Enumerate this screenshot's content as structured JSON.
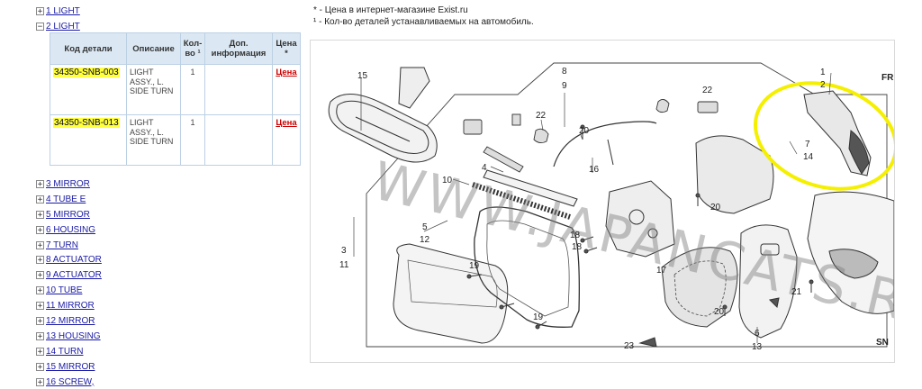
{
  "tree": {
    "top_items": [
      {
        "toggle": "+",
        "label": "1 LIGHT"
      },
      {
        "toggle": "−",
        "label": "2 LIGHT"
      }
    ],
    "bottom_items": [
      {
        "toggle": "+",
        "label": "3 MIRROR"
      },
      {
        "toggle": "+",
        "label": "4 TUBE E"
      },
      {
        "toggle": "+",
        "label": "5 MIRROR"
      },
      {
        "toggle": "+",
        "label": "6 HOUSING"
      },
      {
        "toggle": "+",
        "label": "7 TURN"
      },
      {
        "toggle": "+",
        "label": "8 ACTUATOR"
      },
      {
        "toggle": "+",
        "label": "9 ACTUATOR"
      },
      {
        "toggle": "+",
        "label": "10 TUBE"
      },
      {
        "toggle": "+",
        "label": "11 MIRROR"
      },
      {
        "toggle": "+",
        "label": "12 MIRROR"
      },
      {
        "toggle": "+",
        "label": "13 HOUSING"
      },
      {
        "toggle": "+",
        "label": "14 TURN"
      },
      {
        "toggle": "+",
        "label": "15 MIRROR"
      },
      {
        "toggle": "+",
        "label": "16 SCREW,"
      }
    ]
  },
  "table": {
    "headers": {
      "code": "Код детали",
      "desc": "Описание",
      "qty": "Кол-во ¹",
      "info": "Доп. информация",
      "price": "Цена *"
    },
    "rows": [
      {
        "code": "34350-SNB-003",
        "desc": "LIGHT ASSY., L. SIDE TURN",
        "qty": "1",
        "info": "",
        "price": "Цена"
      },
      {
        "code": "34350-SNB-013",
        "desc": "LIGHT ASSY., L. SIDE TURN",
        "qty": "1",
        "info": "",
        "price": "Цена"
      }
    ]
  },
  "notes": {
    "line1": "* - Цена в интернет-магазине Exist.ru",
    "line2": "¹ - Кол-во деталей устанавливаемых на автомобиль."
  },
  "diagram": {
    "watermark": "WWW.JAPANCATS.RU",
    "corner_top": "FR",
    "corner_bottom": "SN",
    "callouts": {
      "c15": "15",
      "c8": "8",
      "c9": "9",
      "c22a": "22",
      "c22b": "22",
      "c20a": "20",
      "c16": "16",
      "c1": "1",
      "c2": "2",
      "c7": "7",
      "c14": "14",
      "c4": "4",
      "c10": "10",
      "c5": "5",
      "c12": "12",
      "c3": "3",
      "c11": "11",
      "c19a": "19",
      "c19b": "19",
      "c18a": "18",
      "c18b": "18",
      "c17": "17",
      "c20b": "20",
      "c20c": "20",
      "c21": "21",
      "c6": "6",
      "c13": "13",
      "c23": "23"
    },
    "highlight_color": "#f5ef00"
  }
}
